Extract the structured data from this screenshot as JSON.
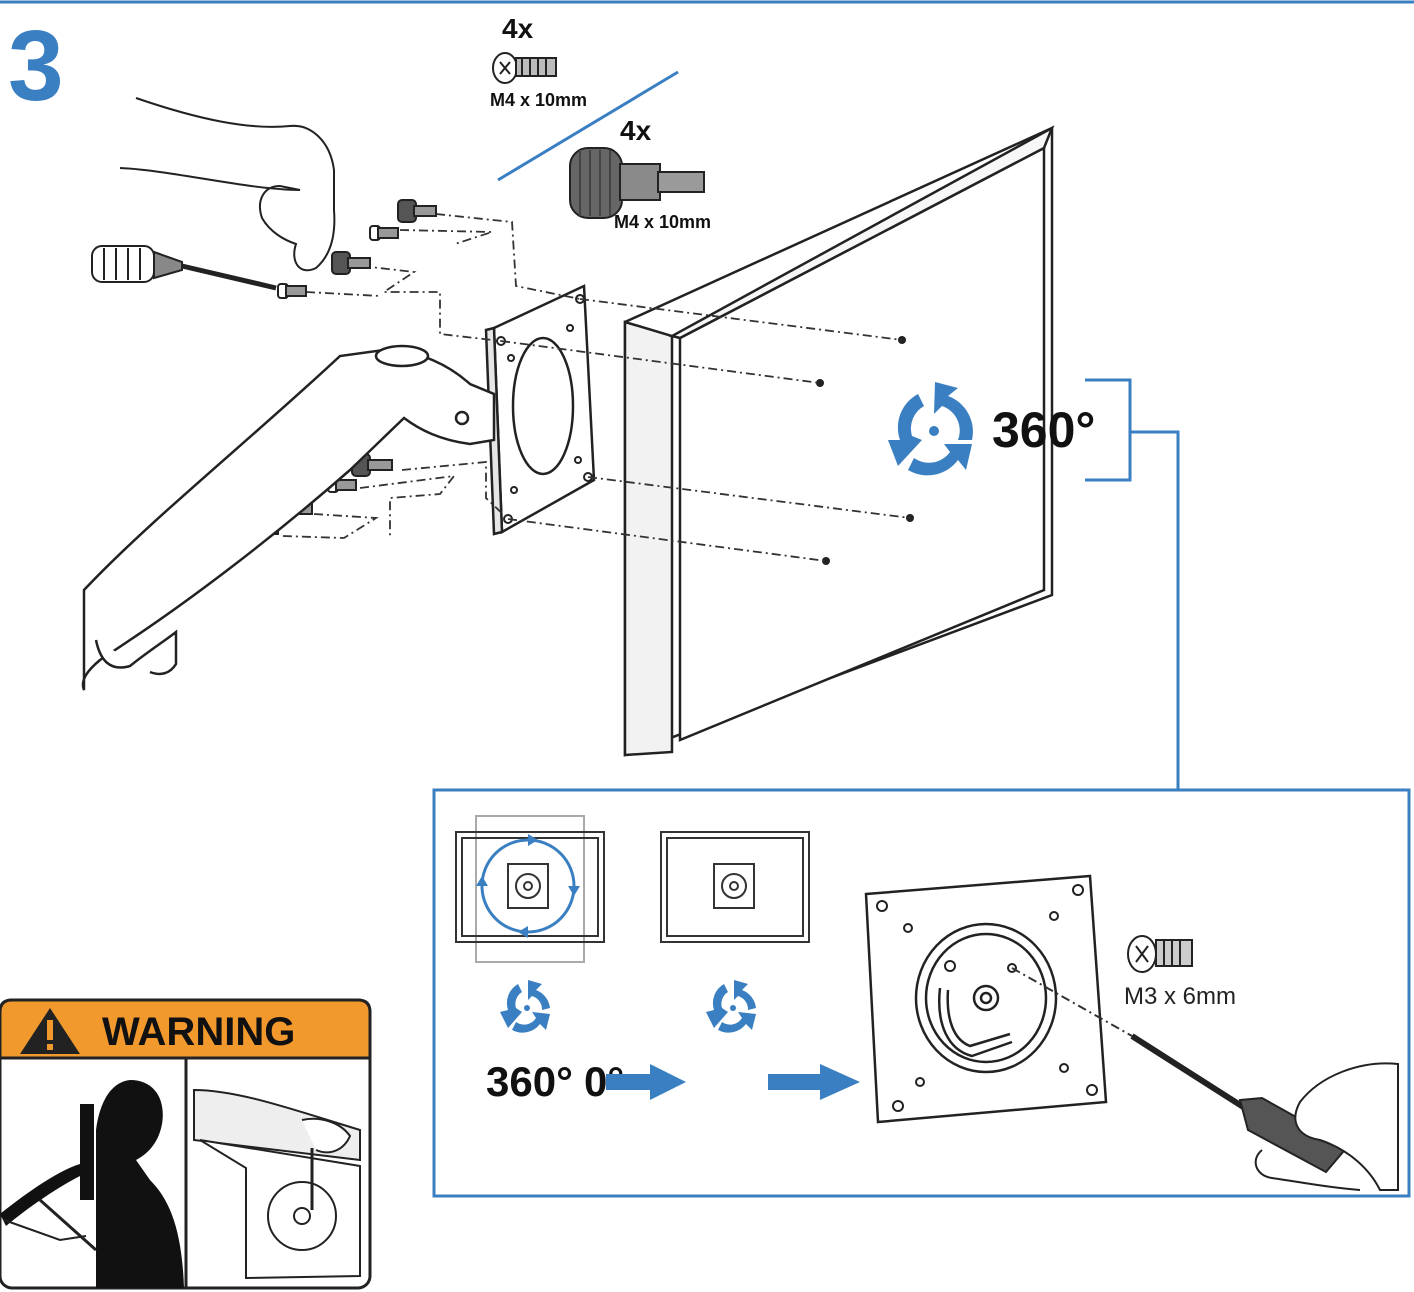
{
  "step": {
    "number": "3"
  },
  "screws": {
    "m4_small": {
      "qty": "4x",
      "label": "M4 x 10mm"
    },
    "m4_thumb": {
      "qty": "4x",
      "label": "M4 x 10mm"
    },
    "m3": {
      "label": "M3 x 6mm"
    }
  },
  "rotation": {
    "main_label": "360°"
  },
  "inset": {
    "label_360": "360°",
    "label_0": "0°"
  },
  "warning": {
    "label": "WARNING"
  },
  "colors": {
    "accent": "#3a7fc1",
    "warning_orange": "#f2992e",
    "line": "#1a1a1a"
  }
}
